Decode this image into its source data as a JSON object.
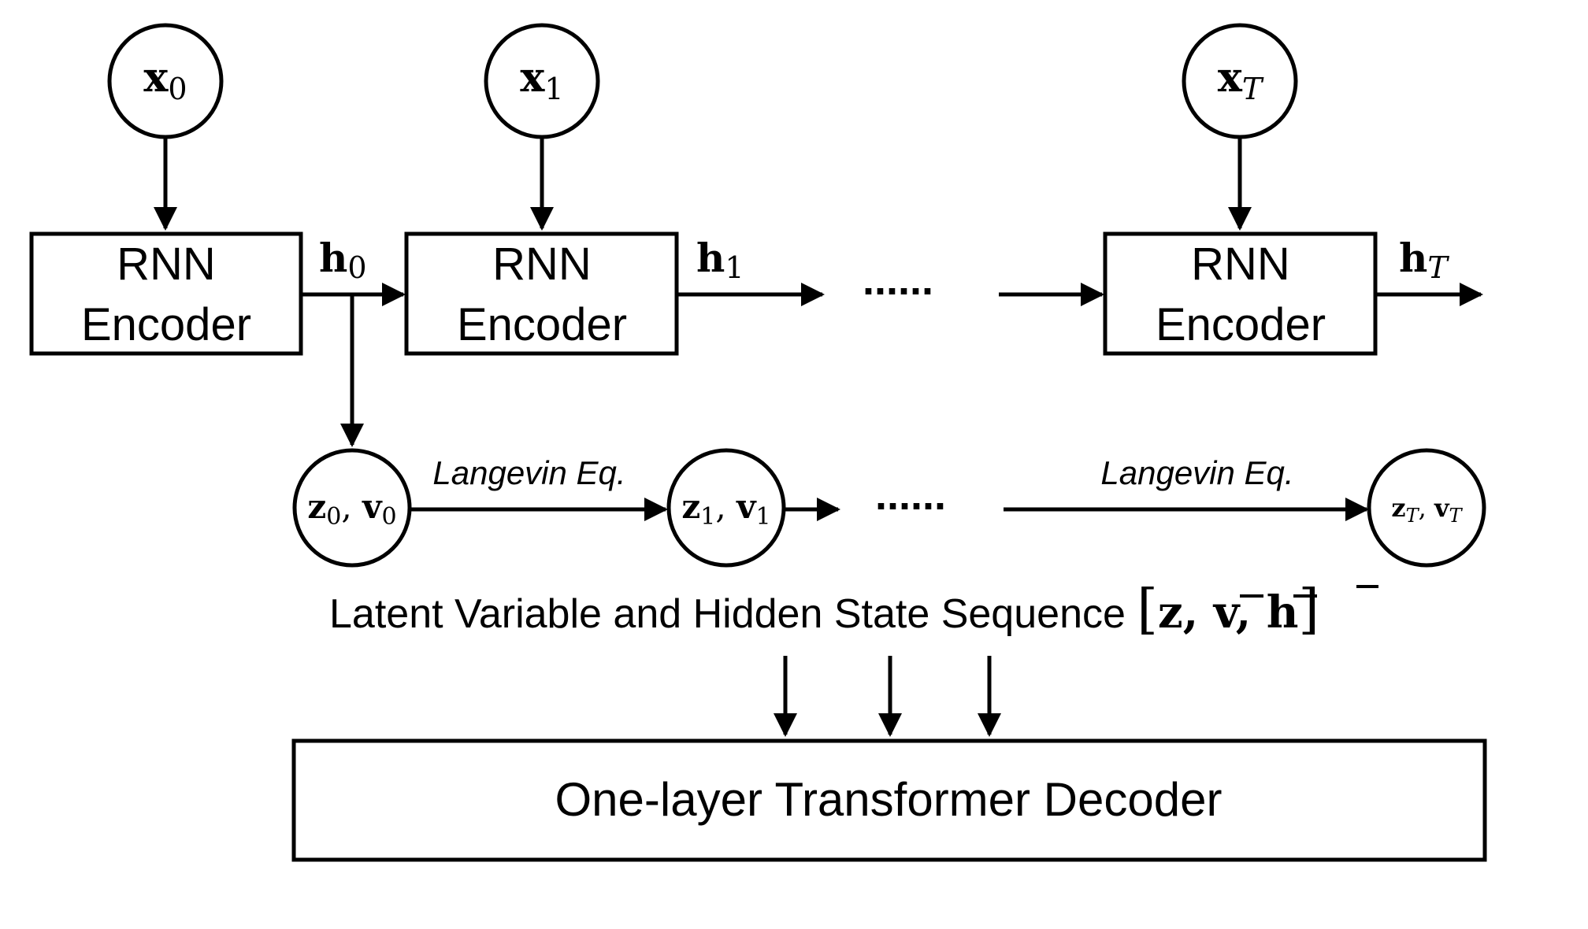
{
  "inputs": [
    {
      "base": "x",
      "sub": "0"
    },
    {
      "base": "x",
      "sub": "1"
    },
    {
      "base": "x",
      "sub": "T"
    }
  ],
  "encoders": [
    {
      "line1": "RNN",
      "line2": "Encoder"
    },
    {
      "line1": "RNN",
      "line2": "Encoder"
    },
    {
      "line1": "RNN",
      "line2": "Encoder"
    }
  ],
  "hidden": [
    {
      "base": "h",
      "sub": "0"
    },
    {
      "base": "h",
      "sub": "1"
    },
    {
      "base": "h",
      "sub": "T"
    }
  ],
  "latents": [
    {
      "z": "z",
      "zsub": "0",
      "sep": ", ",
      "v": "v",
      "vsub": "0"
    },
    {
      "z": "z",
      "zsub": "1",
      "sep": ", ",
      "v": "v",
      "vsub": "1"
    },
    {
      "z": "z",
      "zsub": "T",
      "sep": ", ",
      "v": "v",
      "vsub": "T"
    }
  ],
  "ellipsis": "......",
  "langevin": [
    "Langevin Eq.",
    "Langevin Eq."
  ],
  "sequence": {
    "text": "Latent Variable and Hidden State Sequence ",
    "open": "[",
    "z": "z",
    "c1": ", ",
    "v": "v",
    "c2": ", ",
    "h": "h",
    "close": "]"
  },
  "decoder": "One-layer Transformer Decoder"
}
